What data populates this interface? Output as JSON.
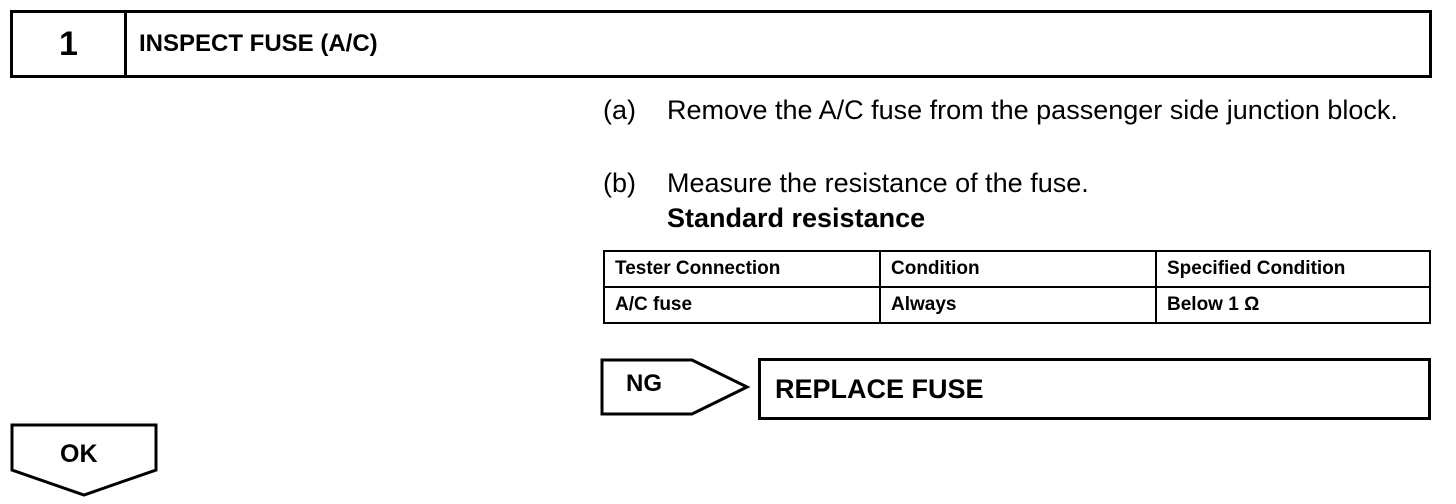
{
  "step": {
    "number": "1",
    "title": "INSPECT FUSE (A/C)"
  },
  "instructions": [
    {
      "label": "(a)",
      "text": "Remove the A/C fuse from the passenger side junction block."
    },
    {
      "label": "(b)",
      "text": "Measure the resistance of the fuse."
    }
  ],
  "standard_heading": "Standard resistance",
  "table": {
    "headers": [
      "Tester Connection",
      "Condition",
      "Specified Condition"
    ],
    "rows": [
      [
        "A/C fuse",
        "Always",
        "Below 1 Ω"
      ]
    ]
  },
  "ng": {
    "label": "NG",
    "action": "REPLACE FUSE"
  },
  "ok": {
    "label": "OK"
  }
}
